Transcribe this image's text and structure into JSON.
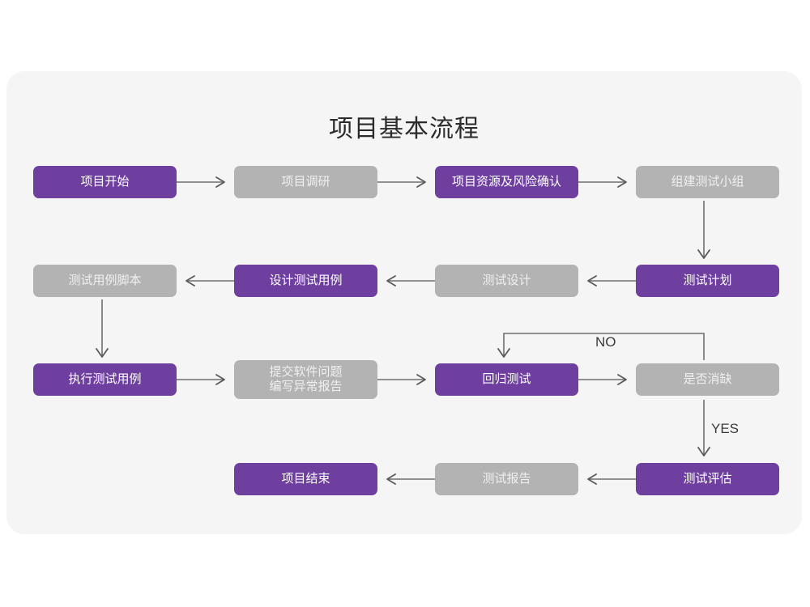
{
  "diagram": {
    "title": "项目基本流程",
    "colors": {
      "canvas_bg": "#f5f5f5",
      "page_bg": "#ffffff",
      "node_active": "#6f3fa0",
      "node_inactive": "#b3b3b3",
      "edge": "#6e6e6e",
      "title_text": "#2b2b2b"
    },
    "nodes": [
      {
        "id": "n1",
        "label": "项目开始",
        "state": "purple",
        "row": 1
      },
      {
        "id": "n2",
        "label": "项目调研",
        "state": "gray",
        "row": 1
      },
      {
        "id": "n3",
        "label": "项目资源及风险确认",
        "state": "purple",
        "row": 1
      },
      {
        "id": "n4",
        "label": "组建测试小组",
        "state": "gray",
        "row": 1
      },
      {
        "id": "n5",
        "label": "测试用例脚本",
        "state": "gray",
        "row": 2
      },
      {
        "id": "n6",
        "label": "设计测试用例",
        "state": "purple",
        "row": 2
      },
      {
        "id": "n7",
        "label": "测试设计",
        "state": "gray",
        "row": 2
      },
      {
        "id": "n8",
        "label": "测试计划",
        "state": "purple",
        "row": 2
      },
      {
        "id": "n9",
        "label": "执行测试用例",
        "state": "purple",
        "row": 3
      },
      {
        "id": "n10",
        "label": "提交软件问题\n编写异常报告",
        "state": "gray",
        "row": 3
      },
      {
        "id": "n11",
        "label": "回归测试",
        "state": "purple",
        "row": 3
      },
      {
        "id": "n12",
        "label": "是否消缺",
        "state": "gray",
        "row": 3
      },
      {
        "id": "n13",
        "label": "项目结束",
        "state": "purple",
        "row": 4
      },
      {
        "id": "n14",
        "label": "测试报告",
        "state": "gray",
        "row": 4
      },
      {
        "id": "n15",
        "label": "测试评估",
        "state": "purple",
        "row": 4
      }
    ],
    "edge_labels": {
      "no": "NO",
      "yes": "YES"
    },
    "edges": [
      {
        "from": "n1",
        "to": "n2",
        "label": ""
      },
      {
        "from": "n2",
        "to": "n3",
        "label": ""
      },
      {
        "from": "n3",
        "to": "n4",
        "label": ""
      },
      {
        "from": "n4",
        "to": "n8",
        "label": ""
      },
      {
        "from": "n8",
        "to": "n7",
        "label": ""
      },
      {
        "from": "n7",
        "to": "n6",
        "label": ""
      },
      {
        "from": "n6",
        "to": "n5",
        "label": ""
      },
      {
        "from": "n5",
        "to": "n9",
        "label": ""
      },
      {
        "from": "n9",
        "to": "n10",
        "label": ""
      },
      {
        "from": "n10",
        "to": "n11",
        "label": ""
      },
      {
        "from": "n11",
        "to": "n12",
        "label": ""
      },
      {
        "from": "n12",
        "to": "n11",
        "label": "NO"
      },
      {
        "from": "n12",
        "to": "n15",
        "label": "YES"
      },
      {
        "from": "n15",
        "to": "n14",
        "label": ""
      },
      {
        "from": "n14",
        "to": "n13",
        "label": ""
      }
    ]
  }
}
